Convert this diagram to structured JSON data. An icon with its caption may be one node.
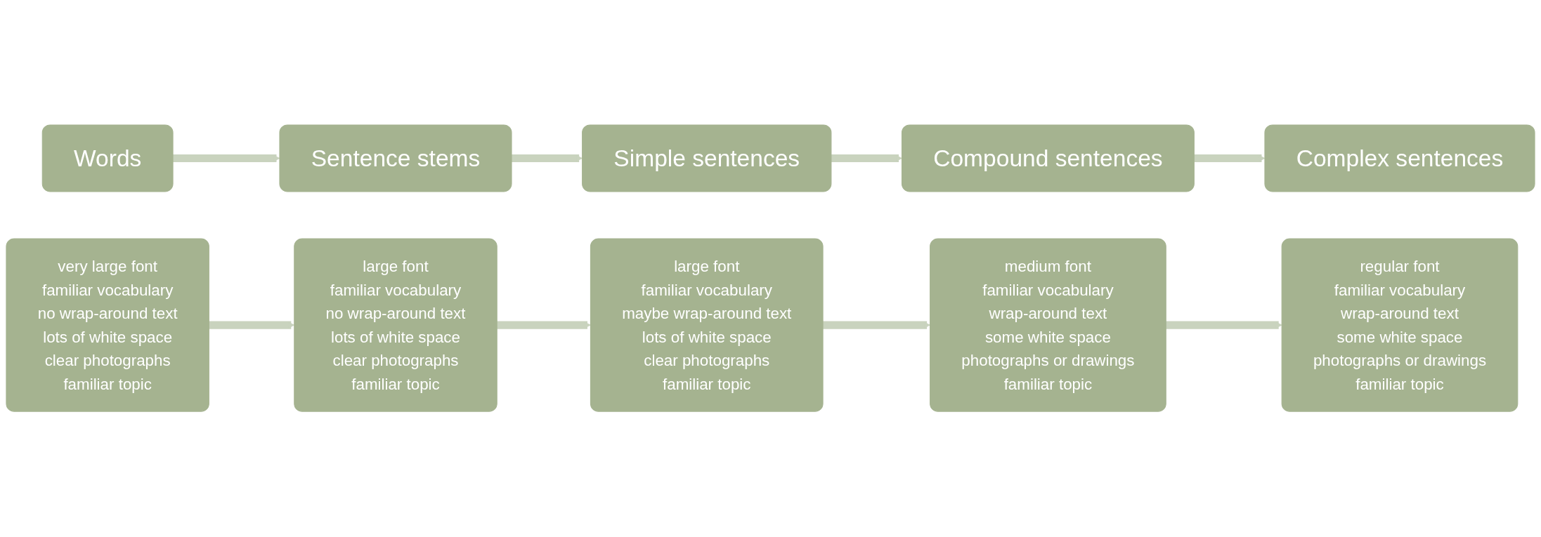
{
  "diagram": {
    "nodes": [
      {
        "text": [
          "Words"
        ]
      },
      {
        "text": [
          "Sentence stems"
        ]
      },
      {
        "text": [
          "Simple sentences"
        ]
      },
      {
        "text": [
          "Compound sentences"
        ]
      },
      {
        "text": [
          "Complex sentences"
        ]
      },
      {
        "text": [
          "very large font",
          "familiar vocabulary",
          "no wrap-around text",
          "lots of white space",
          "clear photographs",
          "familiar topic"
        ]
      },
      {
        "text": [
          "large font",
          "familiar vocabulary",
          "no wrap-around text",
          "lots of white space",
          "clear photographs",
          "familiar topic"
        ]
      },
      {
        "text": [
          "large font",
          "familiar vocabulary",
          "maybe wrap-around text",
          "lots of white space",
          "clear photographs",
          "familiar topic"
        ]
      },
      {
        "text": [
          "medium font",
          "familiar vocabulary",
          "wrap-around text",
          "some white space",
          "photographs or drawings",
          "familiar topic"
        ]
      },
      {
        "text": [
          "regular font",
          "familiar vocabulary",
          "wrap-around text",
          "some white space",
          "photographs or drawings",
          "familiar topic"
        ]
      }
    ],
    "edges": [
      {
        "from": 0,
        "to": 1,
        "arrow": "to"
      },
      {
        "from": 1,
        "to": 2,
        "arrow": "to"
      },
      {
        "from": 2,
        "to": 3,
        "arrow": "to"
      },
      {
        "from": 3,
        "to": 4,
        "arrow": "to"
      },
      {
        "from": 5,
        "to": 6,
        "arrow": "to"
      },
      {
        "from": 6,
        "to": 7,
        "arrow": "to"
      },
      {
        "from": 7,
        "to": 8,
        "arrow": "to"
      },
      {
        "from": 8,
        "to": 9,
        "arrow": "to"
      }
    ]
  }
}
